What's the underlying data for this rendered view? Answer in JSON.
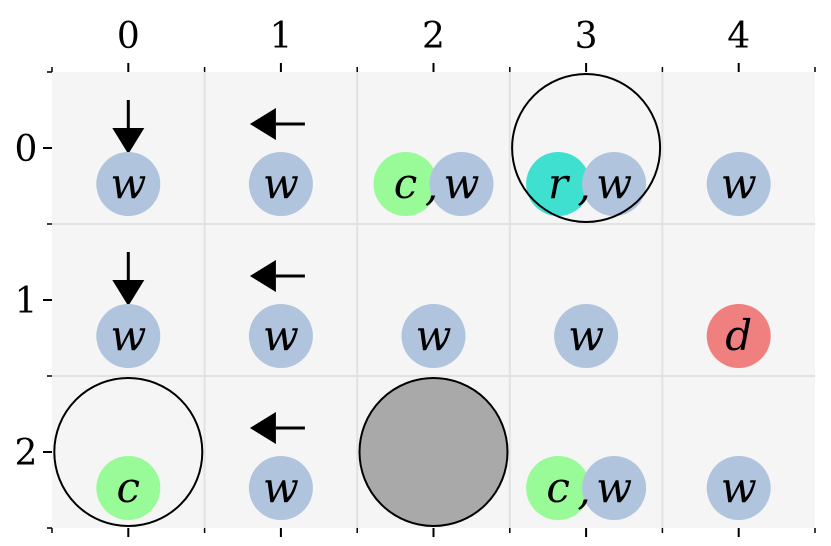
{
  "grid": {
    "cols": 5,
    "rows": 3,
    "col_labels": [
      "0",
      "1",
      "2",
      "3",
      "4"
    ],
    "row_labels": [
      "0",
      "1",
      "2"
    ],
    "background": "#f5f5f5",
    "grid_line_color": "#e2e2e2"
  },
  "colors": {
    "w": "#b0c4de",
    "c": "#98fb98",
    "r": "#40e0d0",
    "d": "#f08080",
    "obstacle": "#a9a9a9",
    "separator_text": ","
  },
  "cells": [
    {
      "row": 0,
      "col": 0,
      "tokens": [
        "w"
      ]
    },
    {
      "row": 0,
      "col": 1,
      "tokens": [
        "w"
      ]
    },
    {
      "row": 0,
      "col": 2,
      "tokens": [
        "c",
        "w"
      ]
    },
    {
      "row": 0,
      "col": 3,
      "tokens": [
        "r",
        "w"
      ]
    },
    {
      "row": 0,
      "col": 4,
      "tokens": [
        "w"
      ]
    },
    {
      "row": 1,
      "col": 0,
      "tokens": [
        "w"
      ]
    },
    {
      "row": 1,
      "col": 1,
      "tokens": [
        "w"
      ]
    },
    {
      "row": 1,
      "col": 2,
      "tokens": [
        "w"
      ]
    },
    {
      "row": 1,
      "col": 3,
      "tokens": [
        "w"
      ]
    },
    {
      "row": 1,
      "col": 4,
      "tokens": [
        "d"
      ]
    },
    {
      "row": 2,
      "col": 0,
      "tokens": [
        "c"
      ]
    },
    {
      "row": 2,
      "col": 1,
      "tokens": [
        "w"
      ]
    },
    {
      "row": 2,
      "col": 3,
      "tokens": [
        "c",
        "w"
      ]
    },
    {
      "row": 2,
      "col": 4,
      "tokens": [
        "w"
      ]
    }
  ],
  "arrows": [
    {
      "row": 0,
      "col": 0,
      "dir": "down"
    },
    {
      "row": 0,
      "col": 1,
      "dir": "left"
    },
    {
      "row": 1,
      "col": 0,
      "dir": "down"
    },
    {
      "row": 1,
      "col": 1,
      "dir": "left"
    },
    {
      "row": 2,
      "col": 1,
      "dir": "left"
    }
  ],
  "rings": [
    {
      "row": 0,
      "col": 3
    },
    {
      "row": 2,
      "col": 0
    }
  ],
  "obstacles": [
    {
      "row": 2,
      "col": 2
    }
  ]
}
